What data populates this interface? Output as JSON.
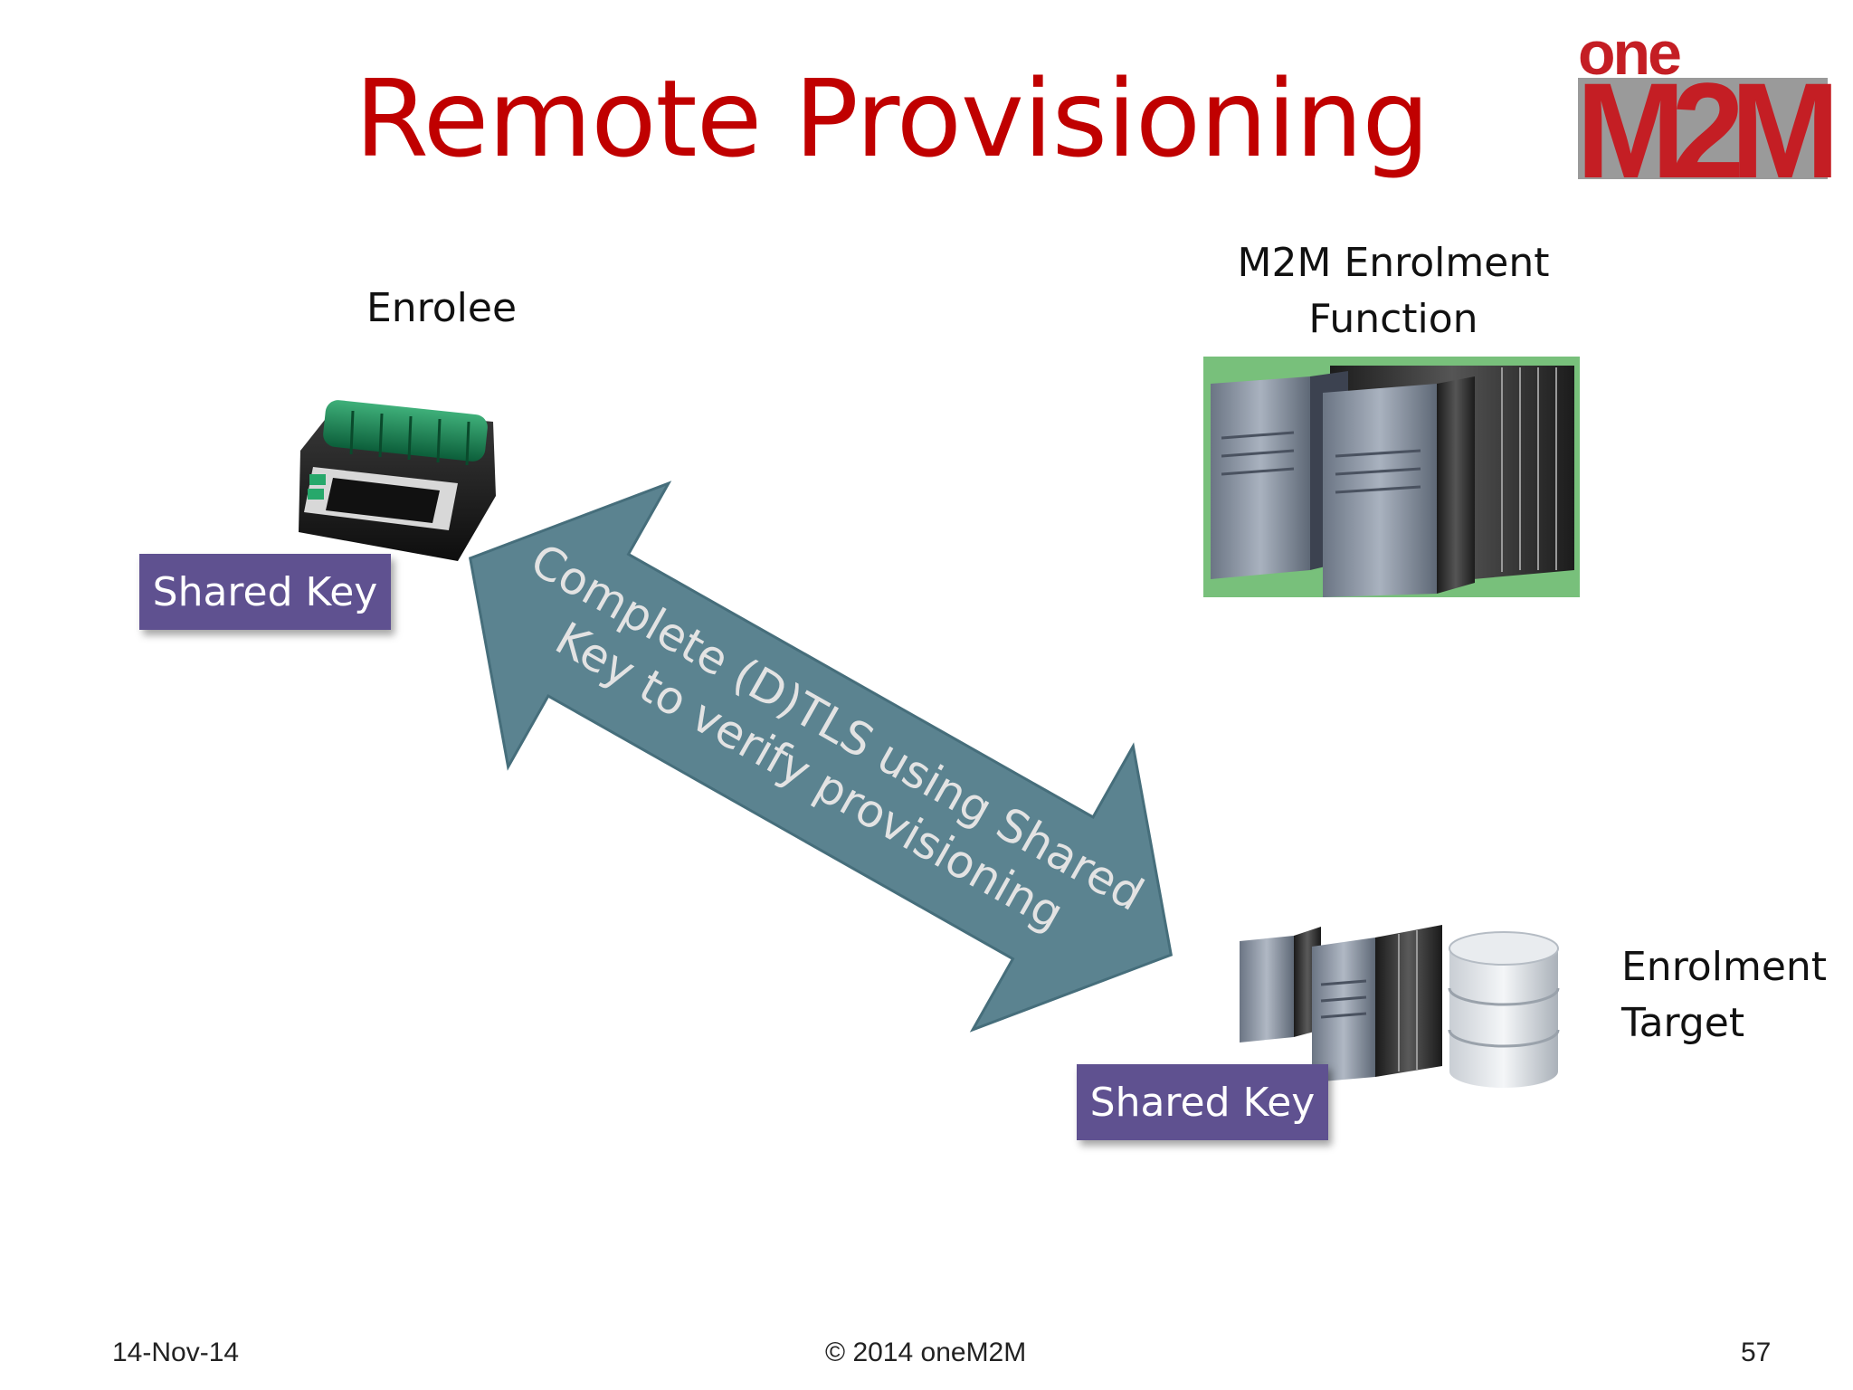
{
  "slide": {
    "title": "Remote Provisioning",
    "logo": {
      "top": "one",
      "bottom": "M2M",
      "colors": {
        "red": "#c41e24",
        "grey": "#9a9a9a"
      }
    },
    "enrolee": {
      "label": "Enrolee",
      "key_label": "Shared Key"
    },
    "enrolment_function": {
      "label_line1": "M2M Enrolment",
      "label_line2": "Function"
    },
    "enrolment_target": {
      "label_line1": "Enrolment",
      "label_line2": "Target",
      "key_label": "Shared Key"
    },
    "arrow": {
      "text_line1": "Complete (D)TLS using Shared",
      "text_line2": "Key to verify provisioning",
      "color": "#5b8390"
    },
    "footer": {
      "date": "14-Nov-14",
      "copyright": "© 2014 oneM2M",
      "page": "57"
    }
  }
}
